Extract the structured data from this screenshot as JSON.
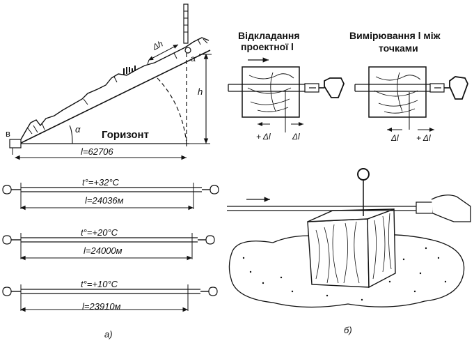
{
  "slope": {
    "label_b": "в",
    "label_a_top": "а",
    "label_dh": "Δh",
    "label_h": "h",
    "label_alpha": "α",
    "label_horizon": "Горизонт",
    "label_length": "l=62706"
  },
  "tapes": [
    {
      "temp": "t°=+32°C",
      "length": "l=24036м"
    },
    {
      "temp": "t°=+20°C",
      "length": "l=24000м"
    },
    {
      "temp": "t°=+10°C",
      "length": "l=23910м"
    }
  ],
  "caption_a": "а)",
  "caption_b": "б)",
  "stakes": {
    "left_title_line1": "Відкладання",
    "left_title_line2": "проектної l",
    "right_title_line1": "Вимірювання l між",
    "right_title_line2": "точками",
    "left_minus": "+ Δl",
    "left_plus": "Δl",
    "right_minus": "Δl",
    "right_plus": "+ Δl"
  }
}
